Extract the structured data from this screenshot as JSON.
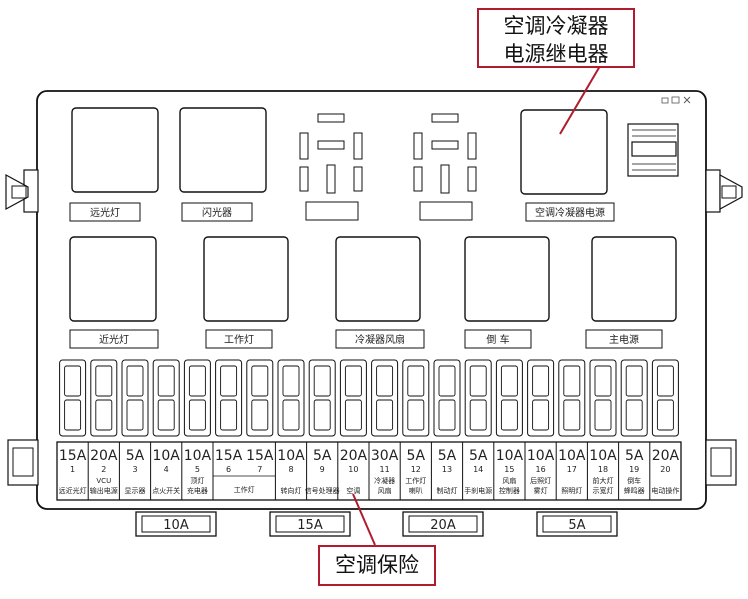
{
  "callouts": {
    "top": {
      "line1": "空调冷凝器",
      "line2": "电源继电器"
    },
    "bottom": "空调保险"
  },
  "relays_top": [
    "远光灯",
    "闪光器",
    "空调冷凝器电源"
  ],
  "relays_middle": [
    "近光灯",
    "工作灯",
    "冷凝器风扇",
    "倒 车",
    "主电源"
  ],
  "fuses": [
    {
      "amp": "15A",
      "num": "1",
      "label": "远近光灯"
    },
    {
      "amp": "20A",
      "num": "2",
      "label": "VCU 输出电源"
    },
    {
      "amp": "5A",
      "num": "3",
      "label": "显示器"
    },
    {
      "amp": "10A",
      "num": "4",
      "label": "点火开关"
    },
    {
      "amp": "10A",
      "num": "5",
      "label": "顶灯 充电器"
    },
    {
      "amp": "15A",
      "num": "6",
      "label": ""
    },
    {
      "amp": "15A",
      "num": "7",
      "label": ""
    },
    {
      "amp": "10A",
      "num": "8",
      "label": "转向灯"
    },
    {
      "amp": "5A",
      "num": "9",
      "label": "信号处理器"
    },
    {
      "amp": "20A",
      "num": "10",
      "label": "空调"
    },
    {
      "amp": "30A",
      "num": "11",
      "label": "冷凝器 风扇"
    },
    {
      "amp": "5A",
      "num": "12",
      "label": "工作灯 喇叭"
    },
    {
      "amp": "5A",
      "num": "13",
      "label": "制动灯"
    },
    {
      "amp": "5A",
      "num": "14",
      "label": "手刹电源"
    },
    {
      "amp": "10A",
      "num": "15",
      "label": "风扇 控制器"
    },
    {
      "amp": "10A",
      "num": "16",
      "label": "后照灯 雾灯"
    },
    {
      "amp": "10A",
      "num": "17",
      "label": "照明灯"
    },
    {
      "amp": "10A",
      "num": "18",
      "label": "前大灯 示宽灯"
    },
    {
      "amp": "5A",
      "num": "19",
      "label": "倒车 蜂鸣器"
    },
    {
      "amp": "20A",
      "num": "20",
      "label": "电动操作"
    }
  ],
  "fuse_6_7_label": "工作灯",
  "spare_fuses": [
    "10A",
    "15A",
    "20A",
    "5A"
  ]
}
